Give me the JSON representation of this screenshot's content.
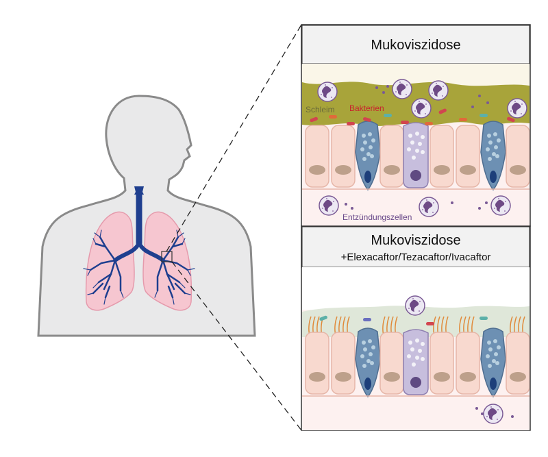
{
  "top_panel": {
    "title": "Mukoviszidose",
    "labels": {
      "mucus": "Schleim",
      "bacteria": "Bakterien",
      "inflammatory_cells": "Entzündungszellen"
    }
  },
  "bottom_panel": {
    "title": "Mukoviszidose",
    "subtitle": "+Elexacaftor/Tezacaftor/Ivacaftor"
  },
  "colors": {
    "airway": "#1f3f8f",
    "lung": "#f6c6d0",
    "body": "#e9e9ea",
    "mucus": "#a9a63c",
    "cell": "#f7d7cc",
    "goblet_cell": "#c9bfdf",
    "ciliated_blue": "#6b8fb3",
    "label_red": "#c8232c",
    "label_purple": "#6a4a8a"
  }
}
